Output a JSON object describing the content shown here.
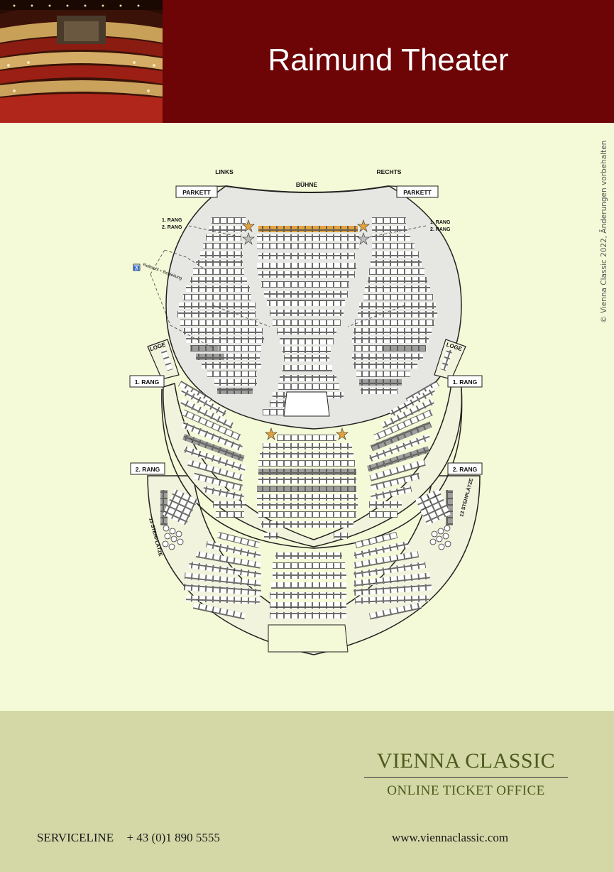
{
  "header": {
    "title": "Raimund Theater",
    "photo_icon": "theater-auditorium-photo"
  },
  "copyright": "© Vienna Classic 2022, Änderungen vorbehalten",
  "seating_plan": {
    "links": "LINKS",
    "rechts": "RECHTS",
    "buehne": "BÜHNE",
    "parkett": "PARKETT",
    "rang1": "1. RANG",
    "rang2": "2. RANG",
    "loge": "LOGE",
    "rollstuhl": "Rollstuhl + Begleitung",
    "stehplaetze": "13 STEHPLÄTZE",
    "colors": {
      "header_bg": "#6d0406",
      "page_bg": "#f4f9d7",
      "parkett_fill": "#e6e6e3",
      "rang_fill": "#f2f3dc",
      "premium_seat": "#e3a23d",
      "dark_seat": "#9d9d9d",
      "footer_bg": "#d3d8a6"
    }
  },
  "footer": {
    "brand": "VIENNA CLASSIC",
    "subtitle": "ONLINE TICKET OFFICE",
    "serviceline_label": "SERVICELINE",
    "serviceline_number": "+ 43 (0)1 890 5555",
    "website": "www.viennaclassic.com"
  }
}
